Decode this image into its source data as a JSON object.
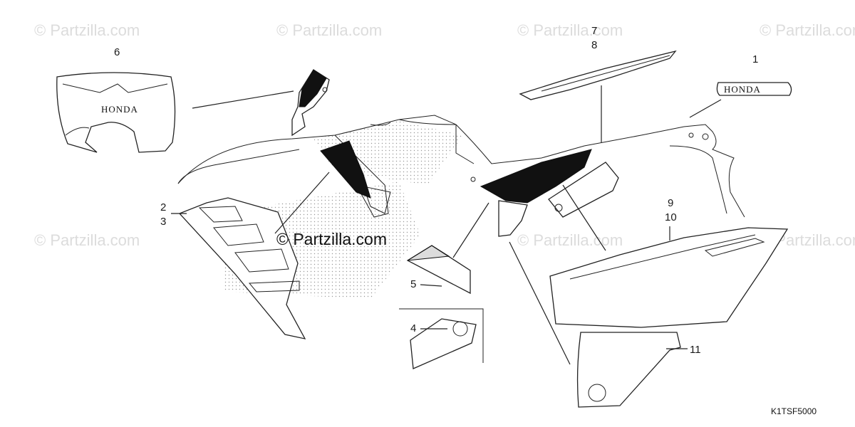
{
  "watermark": {
    "text": "© Partzilla.com",
    "center_text": "© Partzilla.com"
  },
  "diagram_code": "K1TSF5000",
  "decal_wordmark": "HONDA",
  "callouts": [
    {
      "id": "c1",
      "text": "1"
    },
    {
      "id": "c2",
      "text": "2"
    },
    {
      "id": "c3",
      "text": "3"
    },
    {
      "id": "c4",
      "text": "4"
    },
    {
      "id": "c5",
      "text": "5"
    },
    {
      "id": "c6",
      "text": "6"
    },
    {
      "id": "c7",
      "text": "7"
    },
    {
      "id": "c8",
      "text": "8"
    },
    {
      "id": "c9",
      "text": "9"
    },
    {
      "id": "c10",
      "text": "10"
    },
    {
      "id": "c11",
      "text": "11"
    }
  ],
  "colors": {
    "line": "#222222",
    "fill_dark": "#111111",
    "watermark": "#dcdcdc"
  }
}
